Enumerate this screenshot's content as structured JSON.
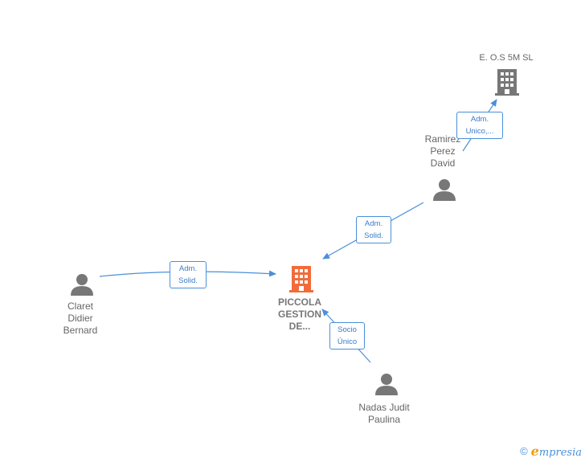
{
  "nodes": {
    "eos": {
      "label": "E. O.S 5M  SL"
    },
    "ramirez": {
      "label": "Ramirez\nPerez\nDavid"
    },
    "piccola": {
      "label": "PICCOLA\nGESTION\nDE..."
    },
    "claret": {
      "label": "Claret\nDidier\nBernard"
    },
    "nadas": {
      "label": "Nadas Judit\nPaulina"
    }
  },
  "edges": {
    "ramirez_eos": {
      "label": "Adm.\nUnico,..."
    },
    "ramirez_piccola": {
      "label": "Adm.\nSolid."
    },
    "claret_piccola": {
      "label": "Adm.\nSolid."
    },
    "nadas_piccola": {
      "label": "Socio\nÚnico"
    }
  },
  "footer": {
    "copyright": "©",
    "brand_initial": "e",
    "brand_rest": "mpresia"
  },
  "colors": {
    "edge": "#4a90d9",
    "person": "#777777",
    "company_main": "#f26b3a",
    "company": "#777777"
  }
}
